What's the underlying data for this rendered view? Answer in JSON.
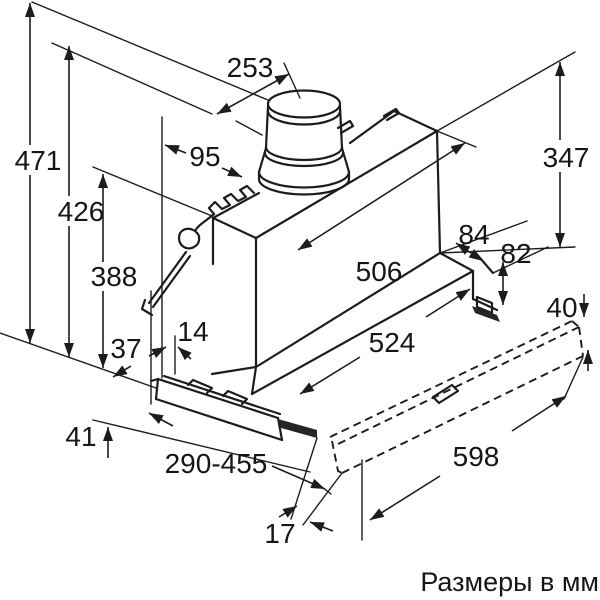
{
  "diagram": {
    "caption": "Размеры в мм",
    "unit": "mm",
    "colors": {
      "line": "#1c1c1c",
      "background": "#ffffff"
    },
    "dimensions": {
      "d253": "253",
      "d471": "471",
      "d426": "426",
      "d388": "388",
      "d95": "95",
      "d347": "347",
      "d506": "506",
      "d84": "84",
      "d82": "82",
      "d40": "40",
      "d524": "524",
      "d37": "37",
      "d14": "14",
      "d41": "41",
      "d290_455": "290-455",
      "d598": "598",
      "d17": "17"
    }
  }
}
